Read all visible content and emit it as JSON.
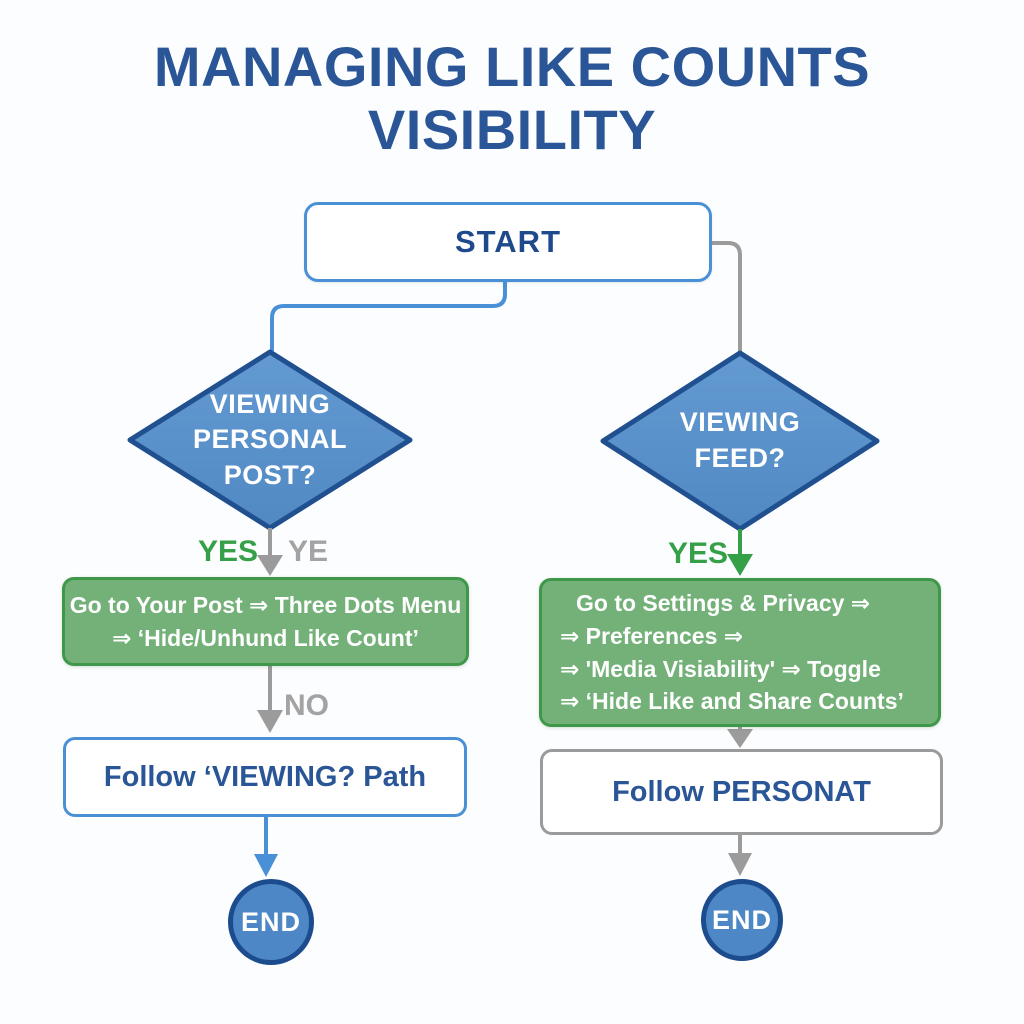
{
  "title": {
    "line1": "MANAGING LIKE COUNTS",
    "line2": "VISIBILITY"
  },
  "flow": {
    "start": {
      "label": "START"
    },
    "left_branch": {
      "decision": {
        "lines": [
          "VIEWING",
          "PERSONAL",
          "POST?"
        ]
      },
      "yes_label": "YES",
      "ye_label": "YE",
      "action": {
        "lines": [
          "Go to Your Post ⇒ Three Dots Menu",
          "⇒ ‘Hide/Unhund Like Count’"
        ]
      },
      "no_label": "NO",
      "follow": {
        "label": "Follow ‘VIEWING? Path"
      },
      "end": {
        "label": "END"
      }
    },
    "right_branch": {
      "decision": {
        "lines": [
          "VIEWING",
          "FEED?"
        ]
      },
      "yes_label": "YES",
      "action": {
        "lines": [
          "Go to Settings & Privacy ⇒",
          "⇒ Preferences ⇒",
          "⇒ 'Media Visiability' ⇒ Toggle",
          "⇒ ‘Hide Like and Share Counts’"
        ]
      },
      "follow": {
        "label": "Follow PERSONAT"
      },
      "end": {
        "label": "END"
      }
    }
  },
  "colors": {
    "title_text": "#2a5596",
    "navy_text": "#1e4a8c",
    "blue_line": "#4a90d6",
    "diamond_fill": "#5b92cb",
    "diamond_border": "#20508f",
    "green_fill": "#74b179",
    "green_border": "#3f9749",
    "green_label": "#35a048",
    "gray_line": "#9b9b9b",
    "gray_label": "#a3a3a3",
    "end_fill": "#4d87c5",
    "end_border": "#1c4c8e"
  }
}
